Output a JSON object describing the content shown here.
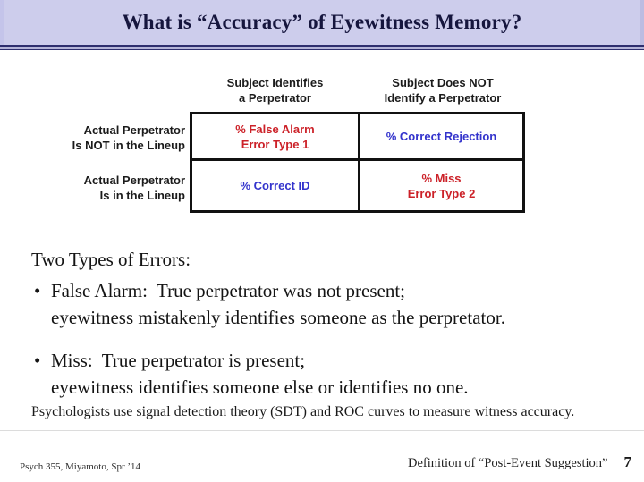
{
  "slide": {
    "title": "What is “Accuracy” of Eyewitness Memory?",
    "footer_left": "Psych 355, Miyamoto, Spr ’14",
    "footer_right": "Definition of “Post-Event Suggestion”",
    "page_number": "7"
  },
  "table": {
    "col_headers": [
      {
        "lines": [
          "Subject Identifies",
          "a Perpetrator"
        ]
      },
      {
        "lines": [
          "Subject Does NOT",
          "Identify a Perpetrator"
        ]
      }
    ],
    "row_headers": [
      {
        "lines": [
          "Actual Perpetrator",
          "Is NOT in the Lineup"
        ]
      },
      {
        "lines": [
          "Actual Perpetrator",
          "Is in the Lineup"
        ]
      }
    ],
    "cells": {
      "r1c1": {
        "lines": [
          "% False Alarm",
          "Error Type 1"
        ]
      },
      "r1c2": {
        "lines": [
          "% Correct Rejection"
        ]
      },
      "r2c1": {
        "lines": [
          "% Correct ID"
        ]
      },
      "r2c2": {
        "lines": [
          "% Miss",
          "Error Type 2"
        ]
      }
    }
  },
  "body": {
    "heading": "Two Types of Errors:",
    "bullet_char": "•",
    "bullets": [
      {
        "lines": [
          "False Alarm:  True perpetrator was not present;",
          "eyewitness mistakenly identifies someone as the perpretator."
        ]
      },
      {
        "lines": [
          "Miss:  True perpetrator is present;",
          "eyewitness identifies someone else or identifies no one."
        ]
      }
    ],
    "note": "Psychologists use signal detection theory (SDT) and ROC curves to measure witness accuracy."
  },
  "colors": {
    "error_red": "#cc2128",
    "correct_blue": "#3333cc",
    "title_bg": "#cdcdec",
    "title_border": "#2e2e6e"
  }
}
